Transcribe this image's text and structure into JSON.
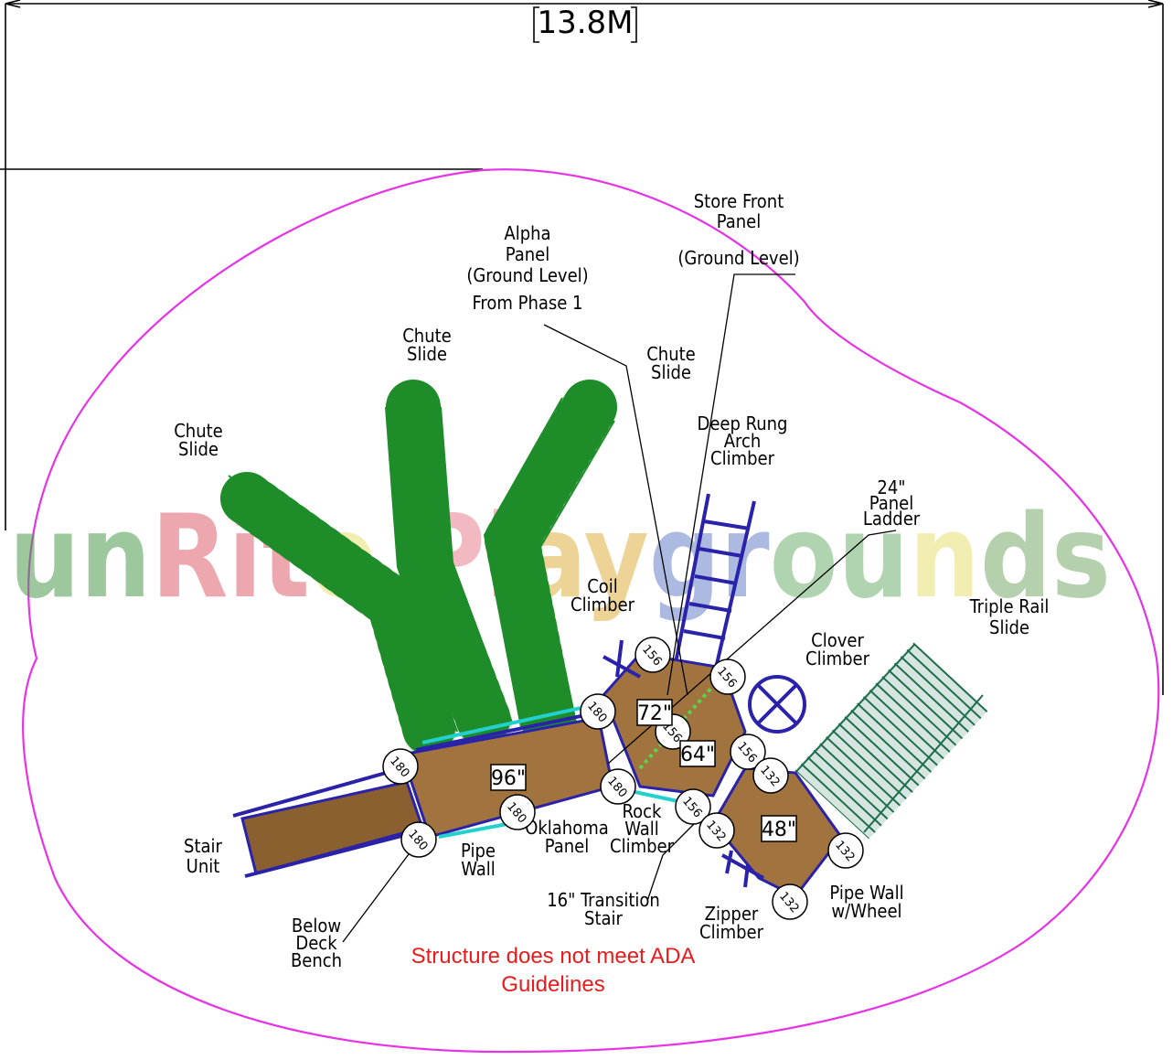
{
  "dimension": {
    "text": "13.8M"
  },
  "watermark": {
    "text": "unRite Playgrounds"
  },
  "labels": {
    "chute_slide_left": [
      "Chute",
      "Slide"
    ],
    "chute_slide_center": [
      "Chute",
      "Slide"
    ],
    "chute_slide_right": [
      "Chute",
      "Slide"
    ],
    "alpha_panel": [
      "Alpha",
      "Panel",
      "(Ground Level)",
      "From Phase 1"
    ],
    "store_front_panel": [
      "Store Front",
      "Panel",
      "(Ground Level)"
    ],
    "deep_rung": [
      "Deep Rung",
      "Arch",
      "Climber"
    ],
    "panel_ladder": [
      "24\"",
      "Panel",
      "Ladder"
    ],
    "coil_climber": [
      "Coil",
      "Climber"
    ],
    "clover_climber": [
      "Clover",
      "Climber"
    ],
    "triple_rail_slide": [
      "Triple Rail",
      "Slide"
    ],
    "stair_unit": [
      "Stair",
      "Unit"
    ],
    "pipe_wall": [
      "Pipe",
      "Wall"
    ],
    "oklahoma_panel": [
      "Oklahoma",
      "Panel"
    ],
    "rock_wall": [
      "Rock",
      "Wall",
      "Climber"
    ],
    "transition_stair": [
      "16\" Transition",
      "Stair"
    ],
    "zipper_climber": [
      "Zipper",
      "Climber"
    ],
    "pipe_wall_wheel": [
      "Pipe Wall",
      "w/Wheel"
    ],
    "below_deck_bench": [
      "Below",
      "Deck",
      "Bench"
    ]
  },
  "deck_heights": [
    "96\"",
    "72\"",
    "64\"",
    "48\""
  ],
  "post_markers": [
    "156",
    "156",
    "156",
    "156",
    "156",
    "132",
    "132",
    "132",
    "132",
    "180",
    "180",
    "180",
    "180",
    "180"
  ],
  "notice": [
    "Structure does not meet ADA",
    "Guidelines"
  ],
  "colors": {
    "boundary": "#e633e6",
    "slide": "#1f8c2a",
    "triple_rail": "#1e6e4e",
    "deck": "#a0733f",
    "rail": "#2a22a8",
    "notice": "#e81c1c"
  }
}
